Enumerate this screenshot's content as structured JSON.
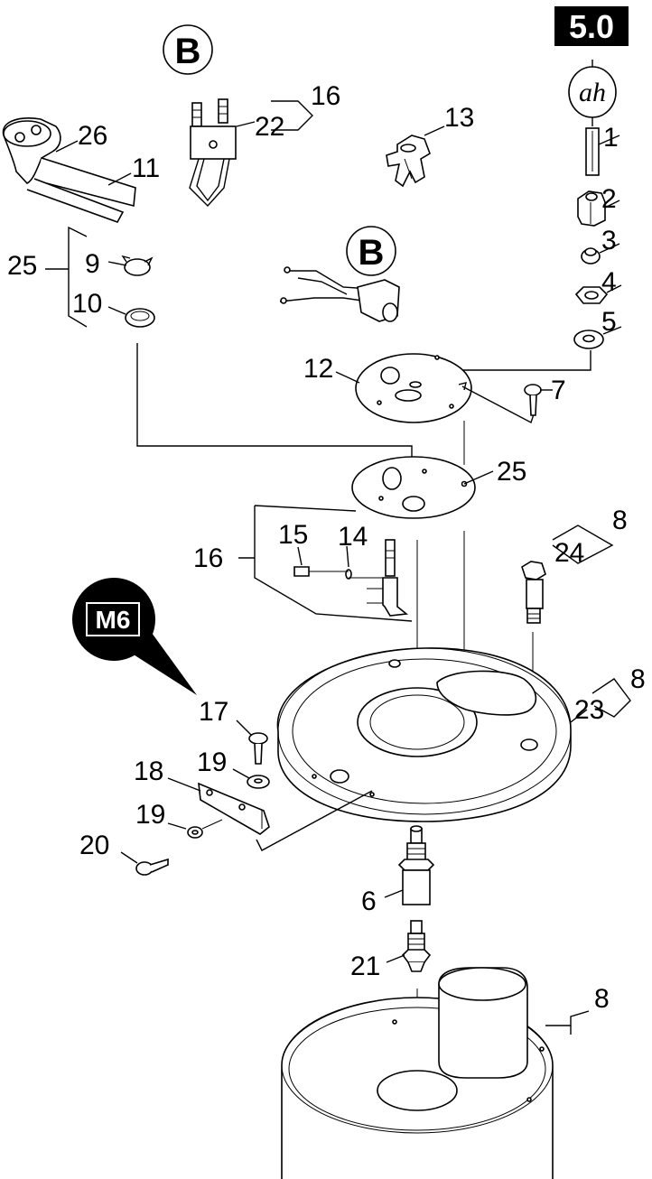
{
  "page_badge": "5.0",
  "marker_b": "B",
  "marker_b_2": "B",
  "marker_ah": "ah",
  "marker_m6": "M6",
  "callouts": {
    "c1": "1",
    "c2": "2",
    "c3": "3",
    "c4": "4",
    "c5": "5",
    "c6": "6",
    "c7": "7",
    "c8a": "8",
    "c8b": "8",
    "c8c": "8",
    "c9": "9",
    "c10": "10",
    "c11": "11",
    "c12": "12",
    "c13": "13",
    "c14": "14",
    "c15": "15",
    "c16a": "16",
    "c16b": "16",
    "c17": "17",
    "c18": "18",
    "c19a": "19",
    "c19b": "19",
    "c20": "20",
    "c21": "21",
    "c22": "22",
    "c23": "23",
    "c24": "24",
    "c25a": "25",
    "c25b": "25",
    "c26": "26"
  }
}
